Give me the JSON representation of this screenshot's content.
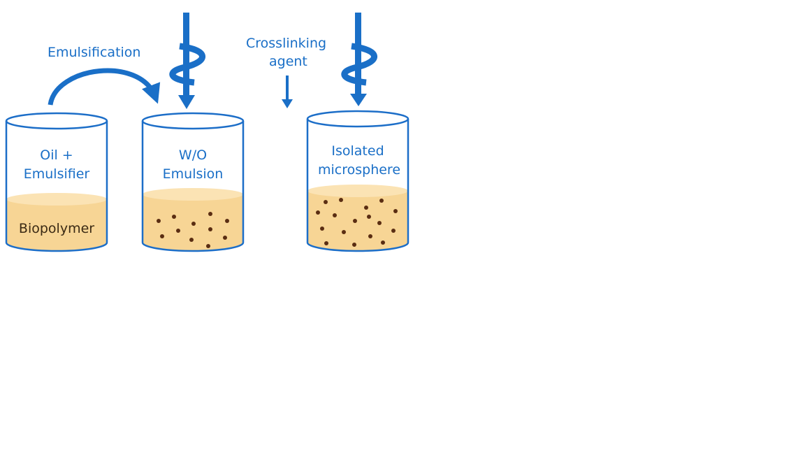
{
  "process": {
    "emulsification_label": "Emulsification",
    "crosslinking_label_line1": "Crosslinking",
    "crosslinking_label_line2": "agent"
  },
  "beakers": [
    {
      "label_line1": "Oil +",
      "label_line2": "Emulsifier",
      "liquid_label": "Biopolymer"
    },
    {
      "label_line1": "W/O",
      "label_line2": "Emulsion"
    },
    {
      "label_line1": "Isolated",
      "label_line2": "microsphere"
    }
  ],
  "colors": {
    "accent_blue": "#1a6fc7",
    "beaker_outline": "#1c6ec8",
    "liquid": "#f7d595",
    "liquid_surface": "#fbe3b4",
    "droplet": "#5a2d12"
  }
}
